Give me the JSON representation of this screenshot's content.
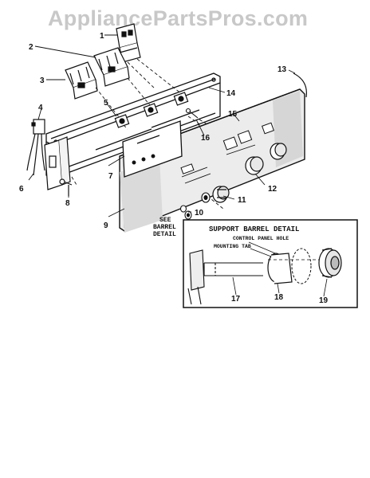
{
  "watermark": "AppliancePartsPros.com",
  "diagram": {
    "detail_title": "SUPPORT BARREL DETAIL",
    "detail_callouts": {
      "control_panel_hole": "CONTROL PANEL HOLE",
      "mounting_tab": "MOUNTING TAB"
    },
    "see_detail": {
      "line1": "SEE",
      "line2": "BARREL",
      "line3": "DETAIL"
    },
    "part_numbers": [
      "1",
      "2",
      "3",
      "4",
      "5",
      "6",
      "7",
      "8",
      "9",
      "10",
      "11",
      "12",
      "13",
      "14",
      "15",
      "16",
      "17",
      "18",
      "19"
    ]
  },
  "footer": {
    "left_code": "",
    "right_code": ""
  }
}
